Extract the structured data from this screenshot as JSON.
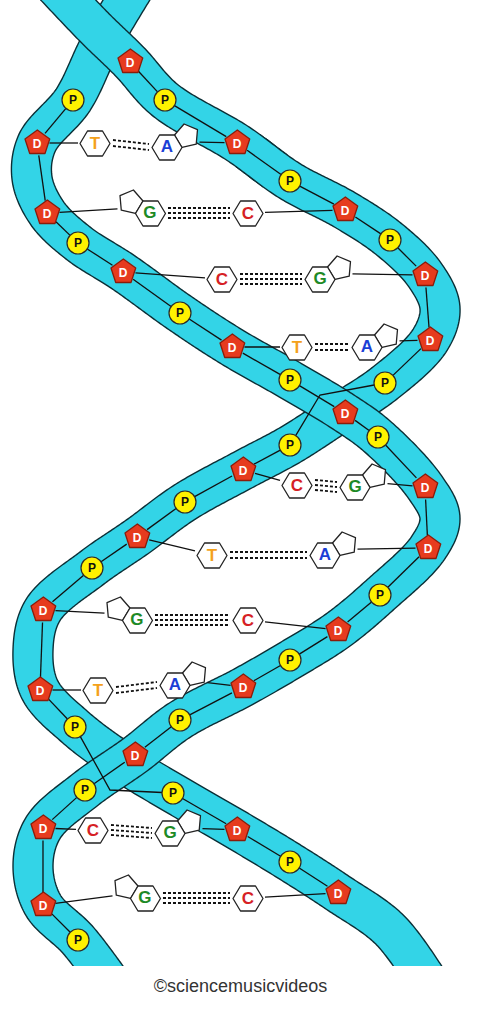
{
  "diagram": {
    "nodes": [
      {
        "text": [
          "D"
        ]
      },
      {
        "text": [
          "P"
        ]
      },
      {
        "text": [
          "P"
        ]
      },
      {
        "text": [
          "D"
        ]
      },
      {
        "text": [
          "T"
        ]
      },
      {
        "text": [
          "A"
        ]
      },
      {
        "text": [
          "D"
        ]
      },
      {
        "text": [
          "P"
        ]
      },
      {
        "text": [
          "D"
        ]
      },
      {
        "text": [
          "G"
        ]
      },
      {
        "text": [
          "C"
        ]
      },
      {
        "text": [
          "D"
        ]
      },
      {
        "text": [
          "P"
        ]
      },
      {
        "text": [
          "P"
        ]
      },
      {
        "text": [
          "D"
        ]
      },
      {
        "text": [
          "C"
        ]
      },
      {
        "text": [
          "G"
        ]
      },
      {
        "text": [
          "D"
        ]
      },
      {
        "text": [
          "P"
        ]
      },
      {
        "text": [
          "D"
        ]
      },
      {
        "text": [
          "T"
        ]
      },
      {
        "text": [
          "A"
        ]
      },
      {
        "text": [
          "D"
        ]
      },
      {
        "text": [
          "P"
        ]
      },
      {
        "text": [
          "P"
        ]
      },
      {
        "text": [
          "D"
        ]
      },
      {
        "text": [
          "P"
        ]
      },
      {
        "text": [
          "P"
        ]
      },
      {
        "text": [
          "D"
        ]
      },
      {
        "text": [
          "C"
        ]
      },
      {
        "text": [
          "G"
        ]
      },
      {
        "text": [
          "D"
        ]
      },
      {
        "text": [
          "P"
        ]
      },
      {
        "text": [
          "D"
        ]
      },
      {
        "text": [
          "T"
        ]
      },
      {
        "text": [
          "A"
        ]
      },
      {
        "text": [
          "D"
        ]
      },
      {
        "text": [
          "P"
        ]
      },
      {
        "text": [
          "P"
        ]
      },
      {
        "text": [
          "D"
        ]
      },
      {
        "text": [
          "G"
        ]
      },
      {
        "text": [
          "C"
        ]
      },
      {
        "text": [
          "D"
        ]
      },
      {
        "text": [
          "P"
        ]
      },
      {
        "text": [
          "D"
        ]
      },
      {
        "text": [
          "T"
        ]
      },
      {
        "text": [
          "A"
        ]
      },
      {
        "text": [
          "D"
        ]
      },
      {
        "text": [
          "P"
        ]
      },
      {
        "text": [
          "P"
        ]
      },
      {
        "text": [
          "D"
        ]
      },
      {
        "text": [
          "P"
        ]
      },
      {
        "text": [
          "P"
        ]
      },
      {
        "text": [
          "D"
        ]
      },
      {
        "text": [
          "C"
        ]
      },
      {
        "text": [
          "G"
        ]
      },
      {
        "text": [
          "D"
        ]
      },
      {
        "text": [
          "P"
        ]
      },
      {
        "text": [
          "D"
        ]
      },
      {
        "text": [
          "G"
        ]
      },
      {
        "text": [
          "C"
        ]
      },
      {
        "text": [
          "D"
        ]
      },
      {
        "text": [
          "P"
        ]
      }
    ],
    "edges": [
      {
        "from": 4,
        "to": 5,
        "arrow": "none"
      },
      {
        "from": 9,
        "to": 10,
        "arrow": "none"
      },
      {
        "from": 15,
        "to": 16,
        "arrow": "none"
      },
      {
        "from": 20,
        "to": 21,
        "arrow": "none"
      },
      {
        "from": 29,
        "to": 30,
        "arrow": "none"
      },
      {
        "from": 34,
        "to": 35,
        "arrow": "none"
      },
      {
        "from": 40,
        "to": 41,
        "arrow": "none"
      },
      {
        "from": 45,
        "to": 46,
        "arrow": "none"
      },
      {
        "from": 54,
        "to": 55,
        "arrow": "none"
      },
      {
        "from": 59,
        "to": 60,
        "arrow": "none"
      },
      {
        "from": 3,
        "to": 4,
        "arrow": "none"
      },
      {
        "from": 6,
        "to": 5,
        "arrow": "none"
      },
      {
        "from": 8,
        "to": 9,
        "arrow": "none"
      },
      {
        "from": 11,
        "to": 10,
        "arrow": "none"
      },
      {
        "from": 14,
        "to": 15,
        "arrow": "none"
      },
      {
        "from": 17,
        "to": 16,
        "arrow": "none"
      },
      {
        "from": 19,
        "to": 20,
        "arrow": "none"
      },
      {
        "from": 22,
        "to": 21,
        "arrow": "none"
      },
      {
        "from": 28,
        "to": 29,
        "arrow": "none"
      },
      {
        "from": 31,
        "to": 30,
        "arrow": "none"
      },
      {
        "from": 33,
        "to": 34,
        "arrow": "none"
      },
      {
        "from": 36,
        "to": 35,
        "arrow": "none"
      },
      {
        "from": 39,
        "to": 40,
        "arrow": "none"
      },
      {
        "from": 42,
        "to": 41,
        "arrow": "none"
      },
      {
        "from": 44,
        "to": 45,
        "arrow": "none"
      },
      {
        "from": 47,
        "to": 46,
        "arrow": "none"
      },
      {
        "from": 53,
        "to": 54,
        "arrow": "none"
      },
      {
        "from": 56,
        "to": 55,
        "arrow": "none"
      },
      {
        "from": 58,
        "to": 59,
        "arrow": "none"
      },
      {
        "from": 61,
        "to": 60,
        "arrow": "none"
      },
      {
        "from": 0,
        "to": 2,
        "arrow": "none"
      },
      {
        "from": 2,
        "to": 6,
        "arrow": "none"
      },
      {
        "from": 6,
        "to": 7,
        "arrow": "none"
      },
      {
        "from": 7,
        "to": 11,
        "arrow": "none"
      },
      {
        "from": 11,
        "to": 13,
        "arrow": "none"
      },
      {
        "from": 13,
        "to": 17,
        "arrow": "none"
      },
      {
        "from": 17,
        "to": 22,
        "arrow": "none"
      },
      {
        "from": 22,
        "to": 24,
        "arrow": "none"
      },
      {
        "from": 24,
        "to": 27,
        "arrow": "none"
      },
      {
        "from": 27,
        "to": 28,
        "arrow": "none"
      },
      {
        "from": 28,
        "to": 32,
        "arrow": "none"
      },
      {
        "from": 32,
        "to": 33,
        "arrow": "none"
      },
      {
        "from": 33,
        "to": 37,
        "arrow": "none"
      },
      {
        "from": 37,
        "to": 39,
        "arrow": "none"
      },
      {
        "from": 39,
        "to": 44,
        "arrow": "none"
      },
      {
        "from": 44,
        "to": 49,
        "arrow": "none"
      },
      {
        "from": 49,
        "to": 52,
        "arrow": "none"
      },
      {
        "from": 52,
        "to": 56,
        "arrow": "none"
      },
      {
        "from": 56,
        "to": 57,
        "arrow": "none"
      },
      {
        "from": 57,
        "to": 61,
        "arrow": "none"
      },
      {
        "from": 1,
        "to": 3,
        "arrow": "none"
      },
      {
        "from": 3,
        "to": 8,
        "arrow": "none"
      },
      {
        "from": 8,
        "to": 12,
        "arrow": "none"
      },
      {
        "from": 12,
        "to": 14,
        "arrow": "none"
      },
      {
        "from": 14,
        "to": 18,
        "arrow": "none"
      },
      {
        "from": 18,
        "to": 19,
        "arrow": "none"
      },
      {
        "from": 19,
        "to": 23,
        "arrow": "none"
      },
      {
        "from": 23,
        "to": 25,
        "arrow": "none"
      },
      {
        "from": 25,
        "to": 26,
        "arrow": "none"
      },
      {
        "from": 26,
        "to": 31,
        "arrow": "none"
      },
      {
        "from": 31,
        "to": 36,
        "arrow": "none"
      },
      {
        "from": 36,
        "to": 38,
        "arrow": "none"
      },
      {
        "from": 38,
        "to": 42,
        "arrow": "none"
      },
      {
        "from": 42,
        "to": 43,
        "arrow": "none"
      },
      {
        "from": 43,
        "to": 47,
        "arrow": "none"
      },
      {
        "from": 47,
        "to": 48,
        "arrow": "none"
      },
      {
        "from": 48,
        "to": 50,
        "arrow": "none"
      },
      {
        "from": 50,
        "to": 51,
        "arrow": "none"
      },
      {
        "from": 51,
        "to": 53,
        "arrow": "none"
      },
      {
        "from": 53,
        "to": 58,
        "arrow": "none"
      },
      {
        "from": 58,
        "to": 62,
        "arrow": "none"
      }
    ],
    "labels": [
      "©sciencemusicvideos"
    ]
  }
}
